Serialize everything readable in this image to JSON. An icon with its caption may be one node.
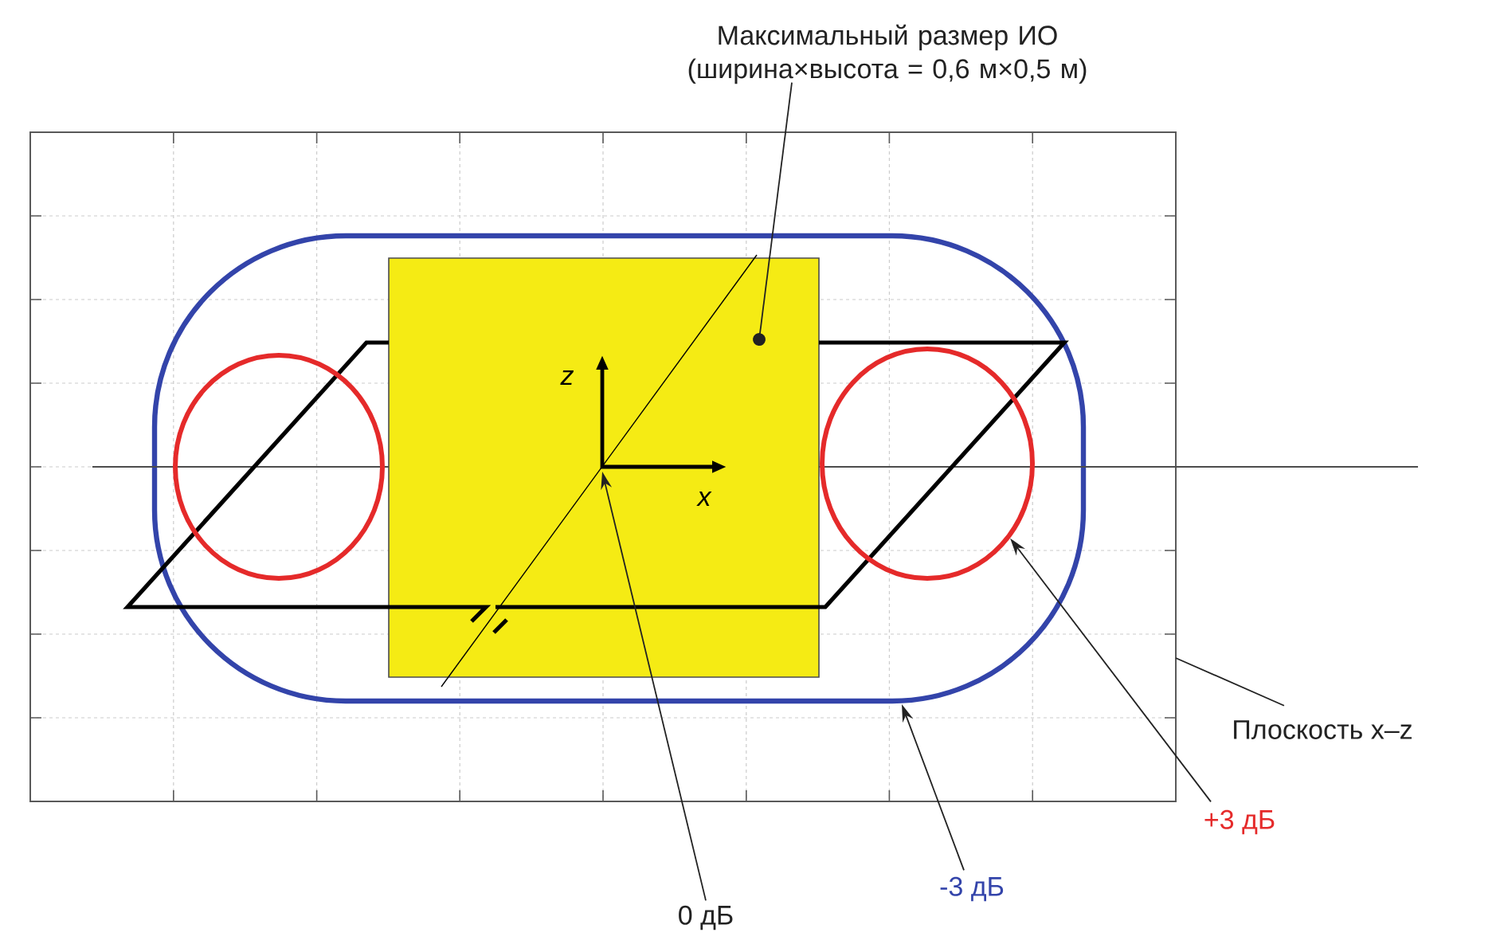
{
  "diagram": {
    "nodes": [
      {
        "text": [],
        "shape": "loop"
      },
      {
        "text": [],
        "shape": "circle",
        "in": 0
      },
      {
        "text": [],
        "shape": "circle",
        "in": 0
      },
      {
        "text": [],
        "shape": "box",
        "in": 0
      },
      {
        "text": [
          "Максимальный размер ИО (ширина×высота = 0,6 м×0,5 м)"
        ]
      },
      {
        "text": [
          "0 дБ"
        ]
      },
      {
        "text": [
          "-3 дБ"
        ]
      },
      {
        "text": [
          "+3 дБ"
        ]
      },
      {
        "text": [
          "Плоскость x–z"
        ]
      }
    ],
    "edges": [
      {
        "from": 4,
        "to": 3,
        "arrow": "other"
      },
      {
        "from": 5,
        "to": 3,
        "arrow": "to"
      },
      {
        "from": 6,
        "to": 0,
        "arrow": "to"
      },
      {
        "from": 7,
        "to": 2,
        "arrow": "to"
      },
      {
        "from": 8,
        "to": null,
        "arrow": "none"
      }
    ],
    "labels": [
      "z",
      "x"
    ]
  }
}
